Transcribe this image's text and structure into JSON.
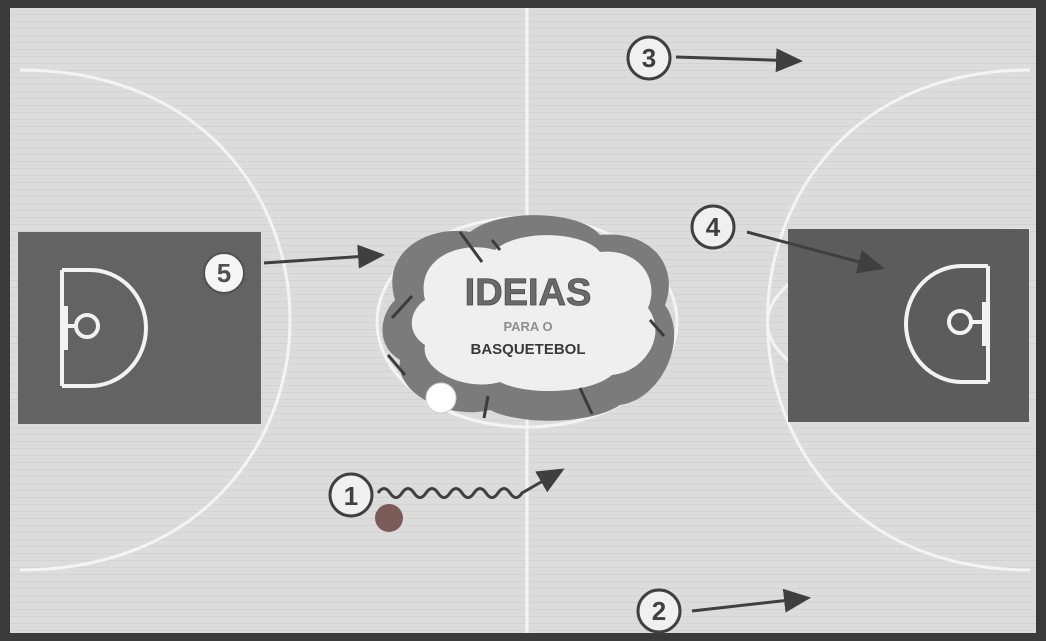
{
  "logo": {
    "title": "IDEIAS",
    "line2": "PARA O",
    "line3": "BASQUETEBOL"
  },
  "markers": [
    {
      "label": "1"
    },
    {
      "label": "2"
    },
    {
      "label": "3"
    },
    {
      "label": "4"
    },
    {
      "label": "5"
    }
  ],
  "colors": {
    "court": "#dcdcdc",
    "court_lines": "#f4f4f4",
    "frame": "#3a3a3a",
    "panel": "#636363",
    "panel_right": "#5c5c5c",
    "arrow": "#3f3f3f",
    "ball": "#7a5b58"
  }
}
